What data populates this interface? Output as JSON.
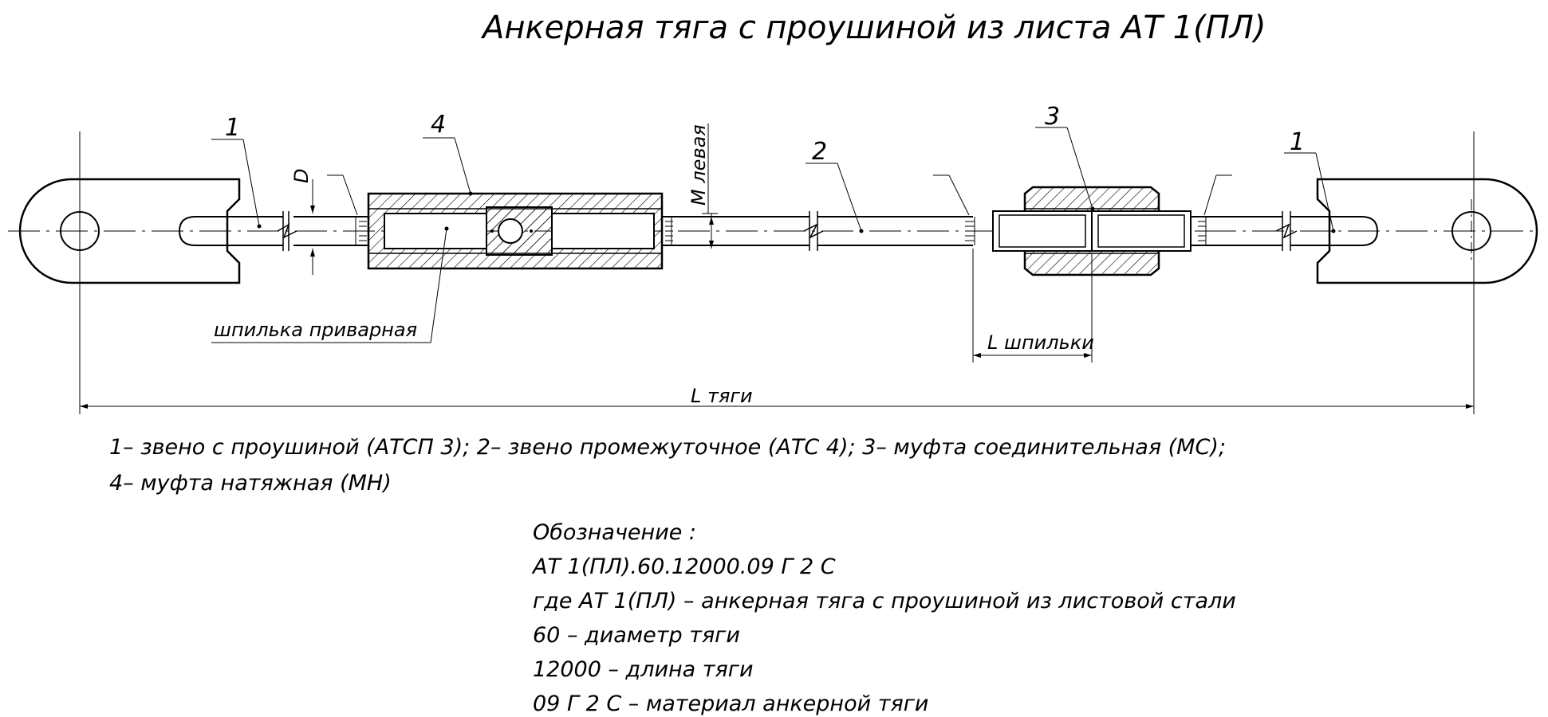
{
  "title": "Анкерная тяга с проушиной из листа АТ 1(ПЛ)",
  "callouts": {
    "link_left": "1",
    "coupling_tension": "4",
    "link_intermediate": "2",
    "coupling_joint": "3",
    "link_right": "1"
  },
  "dimensions": {
    "d": "D",
    "m_thread": "М левая",
    "stud_length": "L шпильки",
    "rod_length": "L тяги"
  },
  "stud_label": "шпилька приварная",
  "legend": {
    "line1": "1– звено с проушиной (АТСП 3); 2– звено промежуточное (АТС 4); 3– муфта соединительная (МС);",
    "line2": "4– муфта натяжная (МН)"
  },
  "designation": {
    "heading": "Обозначение :",
    "code": "АТ 1(ПЛ).60.12000.09 Г 2 С",
    "line1": "где АТ 1(ПЛ) – анкерная тяга с проушиной из листовой стали",
    "line2": "60 – диаметр тяги",
    "line3": "12000 – длина тяги",
    "line4": "09 Г 2 С – материал анкерной тяги"
  }
}
